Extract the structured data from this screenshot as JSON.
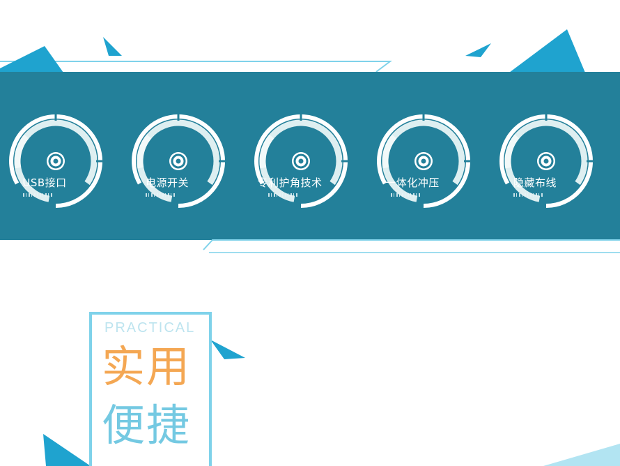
{
  "features": [
    {
      "label": "USB接口",
      "icon": "target-icon"
    },
    {
      "label": "电源开关",
      "icon": "target-icon"
    },
    {
      "label": "专利护角技术",
      "icon": "target-icon"
    },
    {
      "label": "一体化冲压",
      "icon": "target-icon"
    },
    {
      "label": "隐藏布线",
      "icon": "target-icon"
    }
  ],
  "practical": {
    "english": "PRACTICAL",
    "title_line1": "实用",
    "title_line2": "便捷"
  },
  "colors": {
    "band": "#23809a",
    "accent_blue": "#1fa3cf",
    "orange": "#f4a753",
    "light_blue": "#74c9e2"
  }
}
